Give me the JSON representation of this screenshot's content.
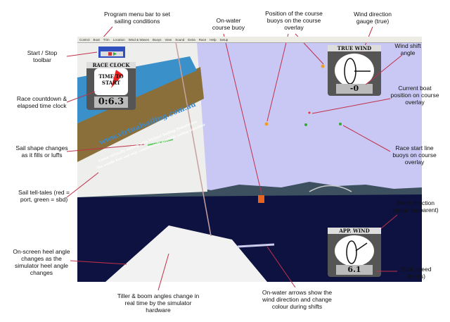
{
  "menu_bar": {
    "items": [
      "Control",
      "Boat",
      "Trim",
      "Location",
      "Wind & Waves",
      "Buoys",
      "View",
      "Sound",
      "Extra",
      "Race",
      "Help",
      "Setup"
    ]
  },
  "race_clock": {
    "title": "RACE CLOCK",
    "label": "TIME TO START",
    "time": "0:6.3"
  },
  "true_wind_gauge": {
    "title": "TRUE WIND",
    "shift_angle": "-0"
  },
  "apparent_wind_gauge": {
    "title": "APP. WIND",
    "boat_speed": "6.1"
  },
  "sail_banner": {
    "url": "www.virtualsailing.com.au",
    "line1": "Come virtually sailing with Virtual Sailing Simulators",
    "line2": "The worlds first and only commercially available sailing simulator"
  },
  "annotations": {
    "menu_bar": "Program menu bar to set sailing conditions",
    "course_buoy": "On-water course buoy",
    "buoy_positions": "Position of the course buoys on the course overlay",
    "true_wind": "Wind direction gauge (true)",
    "wind_shift": "Wind shift angle",
    "toolbar": "Start / Stop toolbar",
    "race_clock": "Race countdown & elapsed time clock",
    "boat_position": "Current boat position on course overlay",
    "sail_shape": "Sail shape changes as it fills or luffs",
    "start_line": "Race start line buoys on course overlay",
    "telltales": "Sail tell-tales (red = port, green = sbd)",
    "apparent_wind": "Wind direction gauge (apparent)",
    "heel": "On-screen heel angle changes as the simulator heel angle changes",
    "boat_speed": "Boat speed (knots)",
    "tiller": "Tiller & boom angles change in real time by the simulator hardware",
    "arrows": "On-water arrows show the wind direction and change colour during shifts"
  },
  "colors": {
    "sky": "#c9c8f4",
    "water": "#0e1240",
    "annotation_line": "#c0304a"
  }
}
